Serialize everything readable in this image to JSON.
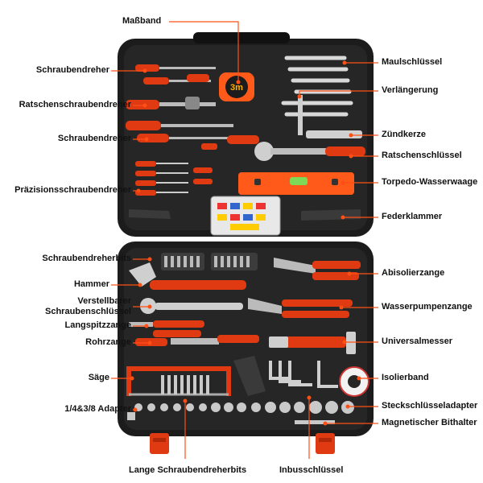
{
  "labels": {
    "massband": "Maßband",
    "schraubendreher_1": "Schraubendreher",
    "ratschenschraubendreher": "Ratschenschraubendreher",
    "schraubendreher_2": "Schraubendreher",
    "praezisionsschraubendreher": "Präzisionsschraubendreher",
    "maulschluessel": "Maulschlüssel",
    "verlaengerung": "Verlängerung",
    "zuendkerze": "Zündkerze",
    "ratschenschluessel": "Ratschenschlüssel",
    "torpedo_wasserwaage": "Torpedo-Wasserwaage",
    "federklammer": "Federklammer",
    "schraubendreherbits": "Schraubendreherbits",
    "hammer": "Hammer",
    "verstellbarer_1": "Verstellbarer",
    "verstellbarer_2": "Schraubenschlüssel",
    "langspitzzange": "Langspitzzange",
    "rohrzange": "Rohrzange",
    "saege": "Säge",
    "adapter": "1/4&3/8 Adapter",
    "lange_bits": "Lange Schraubendreherbits",
    "inbusschluessel": "Inbusschlüssel",
    "abisolierzange": "Abisolierzange",
    "wasserpumpenzange": "Wasserpumpenzange",
    "universalmesser": "Universalmesser",
    "isolierband": "Isolierband",
    "steckschluesseladapter": "Steckschlüsseladapter",
    "magnetischer_bithalter": "Magnetischer Bithalter"
  },
  "tape_marking": "3m",
  "colors": {
    "accent": "#ff4f14",
    "case": "#1c1c1c",
    "tray": "#2b2b2b",
    "handle_red": "#e03a12"
  }
}
